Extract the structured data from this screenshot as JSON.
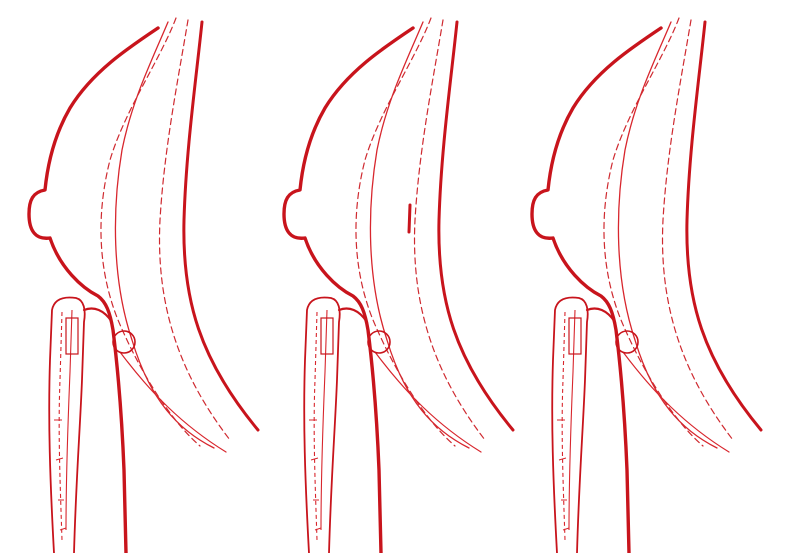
{
  "figure": {
    "panel_count": 3,
    "colors": {
      "background": "#ffffff",
      "outline": "#c8141c",
      "line": "#d8262d",
      "dashed": "#cf2a30"
    },
    "panels": [
      {
        "name": "profile-panel-1"
      },
      {
        "name": "profile-panel-2"
      },
      {
        "name": "profile-panel-3"
      }
    ]
  }
}
